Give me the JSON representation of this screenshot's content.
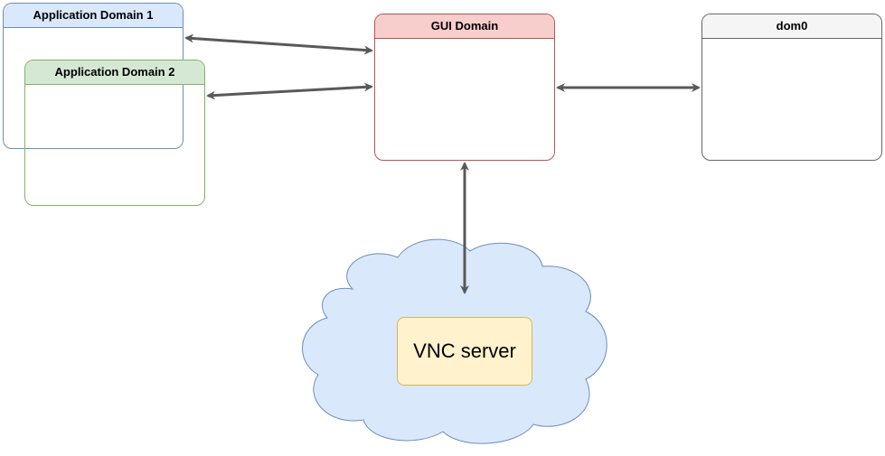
{
  "diagram": {
    "nodes": {
      "app_domain_1": {
        "label": "Application Domain 1",
        "fill": "#dae8fc",
        "stroke": "#6c8ebf"
      },
      "app_domain_2": {
        "label": "Application Domain 2",
        "fill": "#d5e8d4",
        "stroke": "#82b366"
      },
      "gui_domain": {
        "label": "GUI Domain",
        "fill": "#f8cecc",
        "stroke": "#b85450"
      },
      "dom0": {
        "label": "dom0",
        "fill": "#f5f5f5",
        "stroke": "#666666"
      },
      "cloud": {
        "fill": "#dae8fc",
        "stroke": "#6c8ebf"
      },
      "vnc_server": {
        "label": "VNC server",
        "fill": "#fff2cc",
        "stroke": "#d6b656"
      }
    },
    "edges": [
      {
        "from": "app_domain_1",
        "to": "gui_domain",
        "direction": "both"
      },
      {
        "from": "app_domain_2",
        "to": "gui_domain",
        "direction": "both"
      },
      {
        "from": "gui_domain",
        "to": "dom0",
        "direction": "both"
      },
      {
        "from": "gui_domain",
        "to": "vnc_server",
        "direction": "both"
      }
    ],
    "edge_color": "#595959"
  }
}
